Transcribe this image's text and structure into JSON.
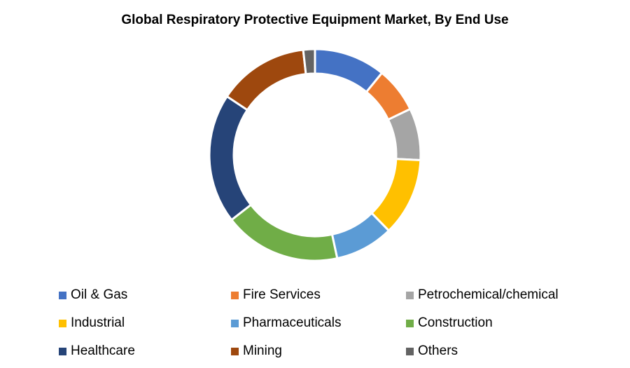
{
  "chart_data": {
    "type": "pie",
    "variant": "donut",
    "title": "Global Respiratory Protective Equipment Market, By End Use",
    "legend_position": "bottom",
    "categories": [
      "Oil & Gas",
      "Fire Services",
      "Petrochemical/chemical",
      "Industrial",
      "Pharmaceuticals",
      "Construction",
      "Healthcare",
      "Mining",
      "Others"
    ],
    "values": [
      11,
      7,
      8,
      12,
      9,
      18,
      20,
      14,
      1.8
    ],
    "colors": [
      "#4472C4",
      "#ED7D31",
      "#A5A5A5",
      "#FFC000",
      "#5B9BD5",
      "#70AD47",
      "#264478",
      "#9E480E",
      "#636363"
    ]
  }
}
